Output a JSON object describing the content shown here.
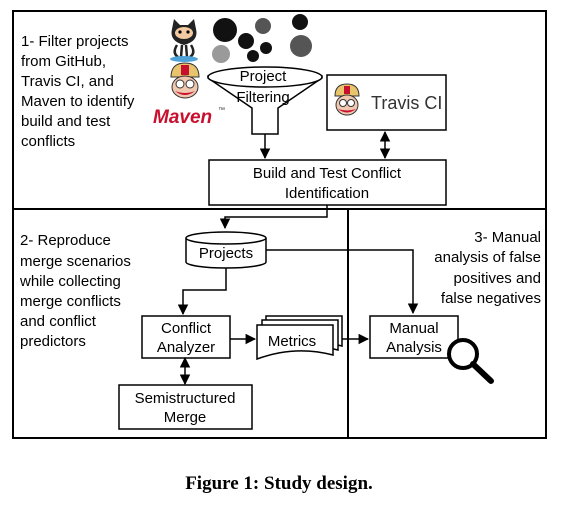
{
  "figure": {
    "caption": "Figure 1: Study design."
  },
  "panel1": {
    "text_lines": [
      "1- Filter projects",
      "from GitHub,",
      "Travis CI, and",
      "Maven to identify",
      "build and test",
      "conflicts"
    ],
    "funnel_lines": [
      "Project",
      "Filtering"
    ],
    "build_test_lines": [
      "Build and Test Conflict",
      "Identification"
    ],
    "maven_logo": "Maven",
    "maven_tm": "™",
    "travis_logo": "Travis CI",
    "icons": [
      "github-octocat-icon",
      "maven-mascot-icon",
      "travis-mascot-icon",
      "magnifier-icon"
    ]
  },
  "panel2": {
    "text_lines": [
      "2- Reproduce",
      "merge scenarios",
      "while collecting",
      "merge conflicts",
      "and conflict",
      "predictors"
    ],
    "projects_label": "Projects",
    "analyzer_lines": [
      "Conflict",
      "Analyzer"
    ],
    "metrics_label": "Metrics",
    "semistructured_lines": [
      "Semistructured",
      "Merge"
    ]
  },
  "panel3": {
    "text_lines": [
      "3- Manual",
      "analysis of false",
      "positives and",
      "false negatives"
    ],
    "manual_lines": [
      "Manual",
      "Analysis"
    ]
  },
  "colors": {
    "stroke": "#000000",
    "dot_dark": "#111111",
    "dot_mid": "#555555",
    "dot_light": "#9a9a9a",
    "maven_red": "#c8102e",
    "maven_blue": "#1e2a5e"
  }
}
